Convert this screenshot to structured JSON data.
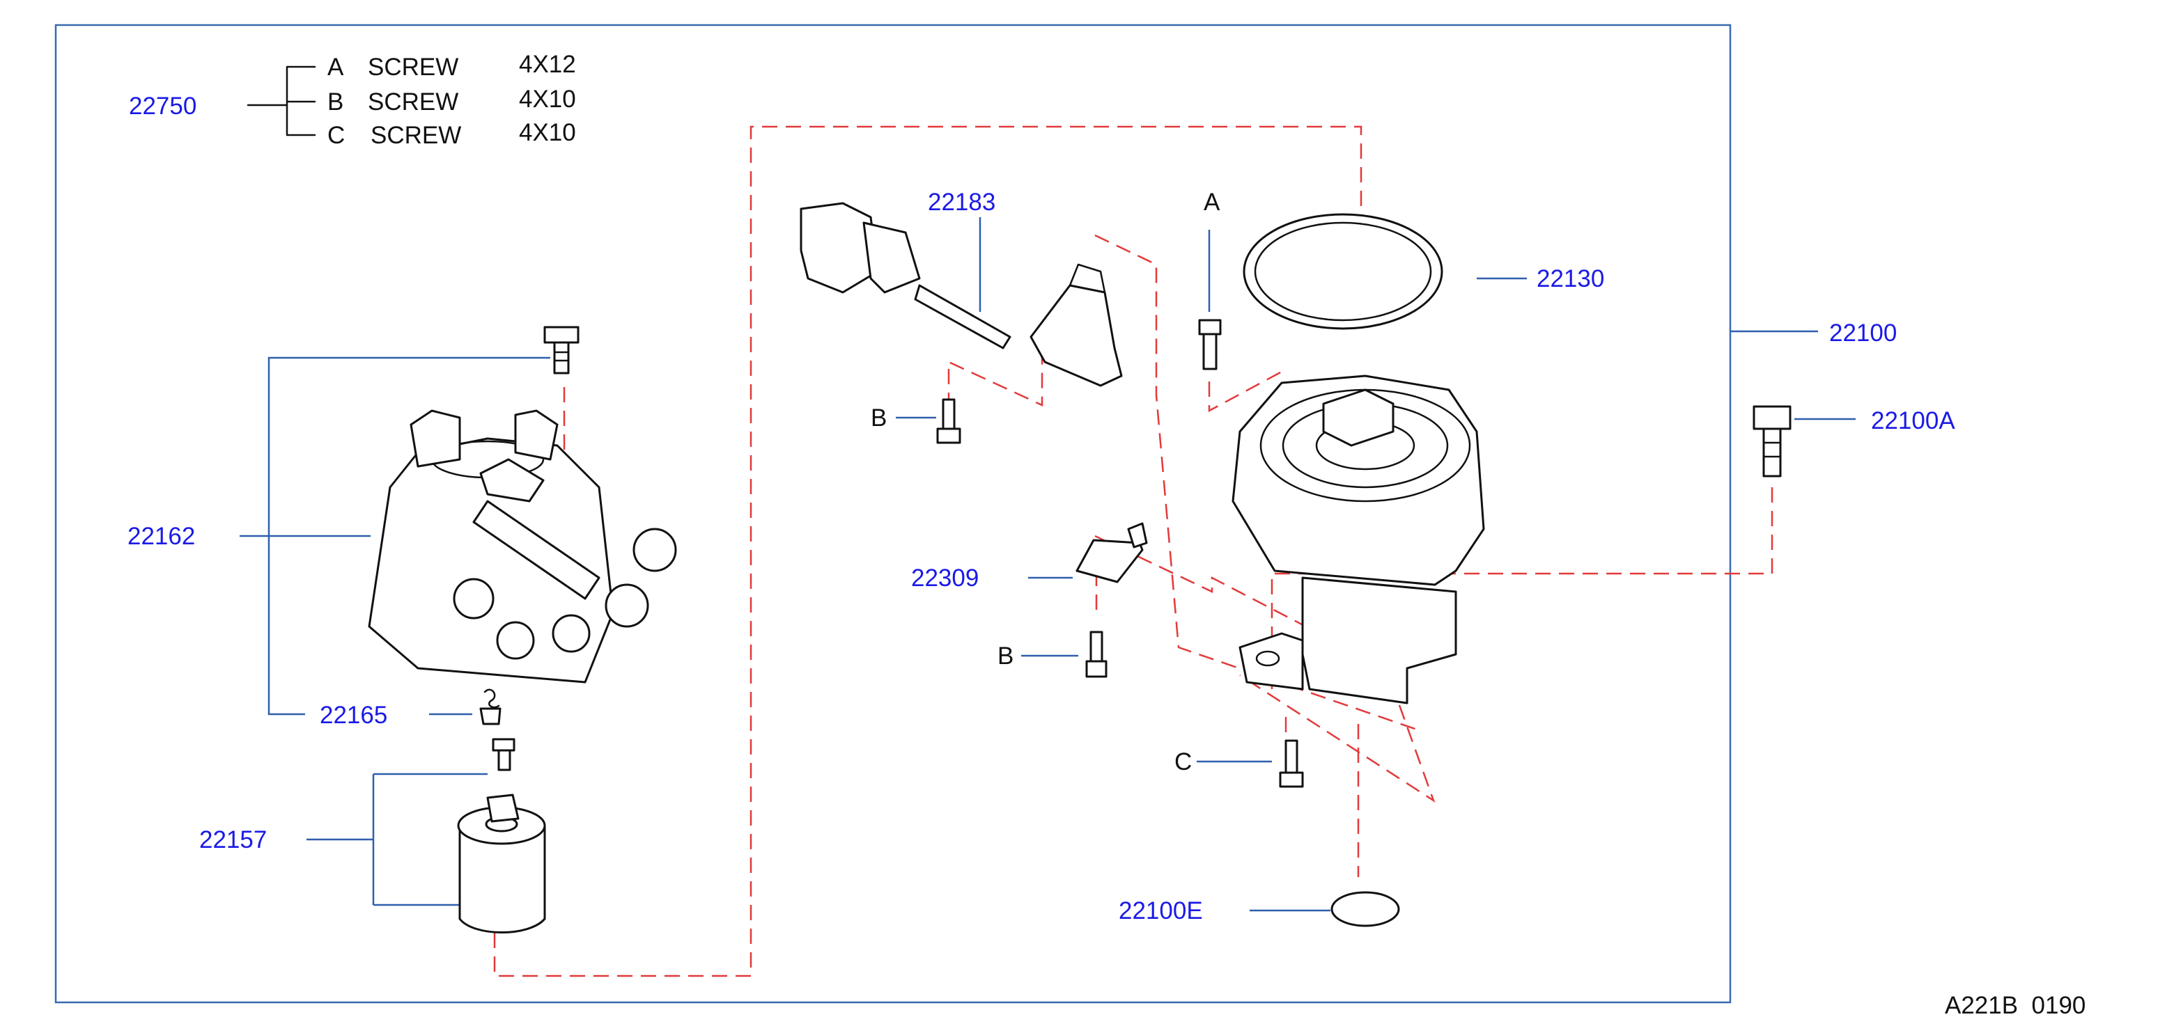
{
  "screw_set": {
    "part_no": "22750",
    "rows": [
      {
        "letter": "A",
        "name": "SCREW",
        "size": "4X12"
      },
      {
        "letter": "B",
        "name": "SCREW",
        "size": "4X10"
      },
      {
        "letter": "C",
        "name": "SCREW",
        "size": "4X10"
      }
    ]
  },
  "labels": {
    "p22183": "22183",
    "p22130": "22130",
    "p22100": "22100",
    "p22100A": "22100A",
    "p22162": "22162",
    "p22309": "22309",
    "p22165": "22165",
    "p22157": "22157",
    "p22100E": "22100E"
  },
  "screw_callouts": {
    "a_top": "A",
    "b_sensor": "B",
    "b_bracket": "B",
    "c_bottom": "C"
  },
  "diagram_code": "A221B  0190",
  "colors": {
    "part_label": "#1a1ae6",
    "leader": "#2f5fae",
    "dashed_guide": "#e23a3a",
    "outline": "#111111"
  }
}
